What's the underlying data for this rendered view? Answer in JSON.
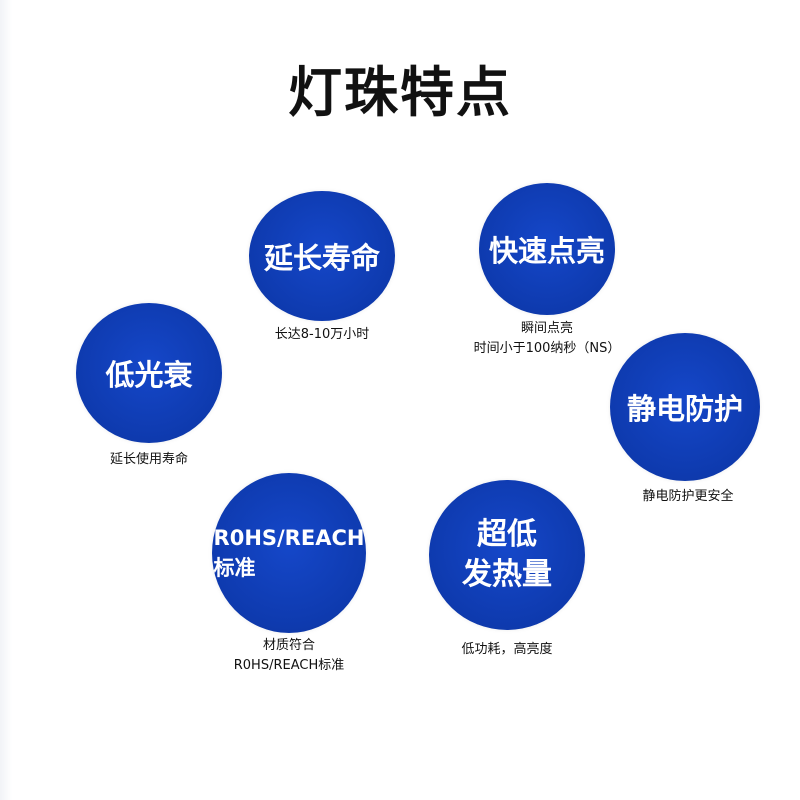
{
  "title": "灯珠特点",
  "colors": {
    "circle_fill": "#0f3fb8",
    "circle_text": "#ffffff",
    "caption_text": "#111111",
    "title_text": "#111111"
  },
  "features": {
    "longevity": {
      "label": "延长寿命",
      "caption": "长达8-10万小时"
    },
    "quick_on": {
      "label": "快速点亮",
      "caption_line1": "瞬间点亮",
      "caption_line2": "时间小于100纳秒（NS）"
    },
    "low_decay": {
      "label": "低光衰",
      "caption": "延长使用寿命"
    },
    "esd": {
      "label": "静电防护",
      "caption": "静电防护更安全"
    },
    "rohs": {
      "label_line1": "R0HS/REACH",
      "label_line2": "标准",
      "caption_line1": "材质符合",
      "caption_line2": "R0HS/REACH标准"
    },
    "low_heat": {
      "label_line1": "超低",
      "label_line2": "发热量",
      "caption": "低功耗，高亮度"
    }
  }
}
